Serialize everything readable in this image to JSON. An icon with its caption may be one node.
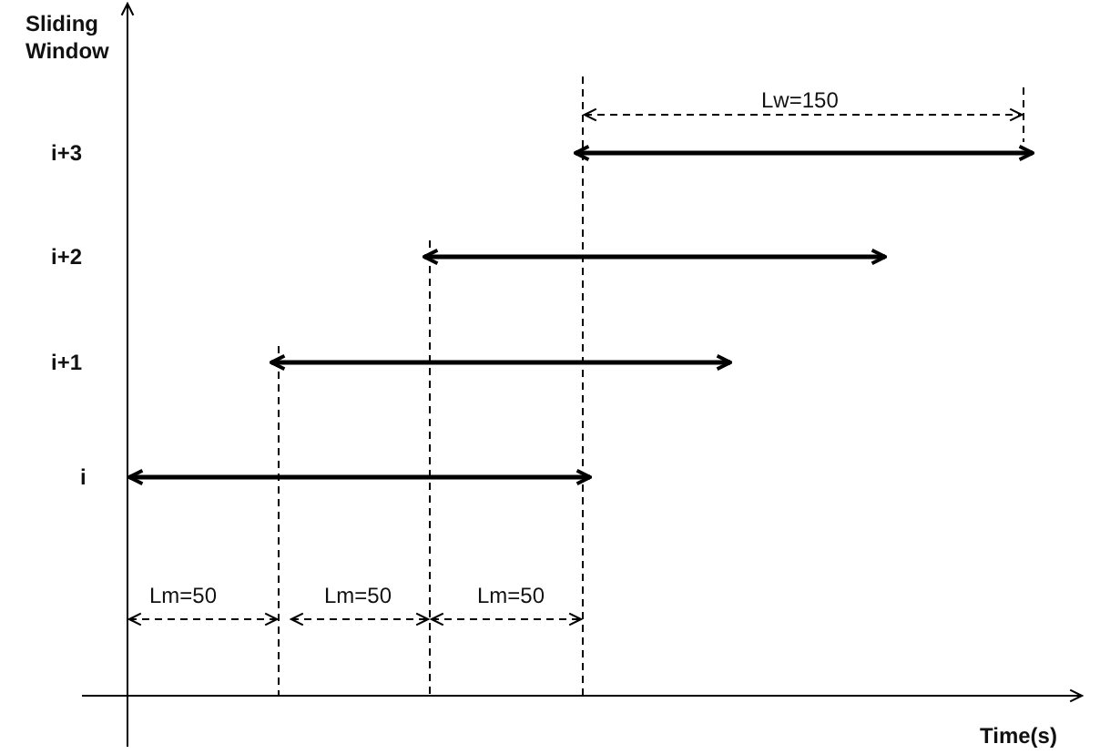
{
  "diagram": {
    "labels": [
      "Sliding Window",
      "Lw=150",
      "i+3",
      "i+2",
      "i+1",
      "i",
      "Lm=50",
      "Lm=50",
      "Lm=50",
      "Time(s)"
    ]
  }
}
